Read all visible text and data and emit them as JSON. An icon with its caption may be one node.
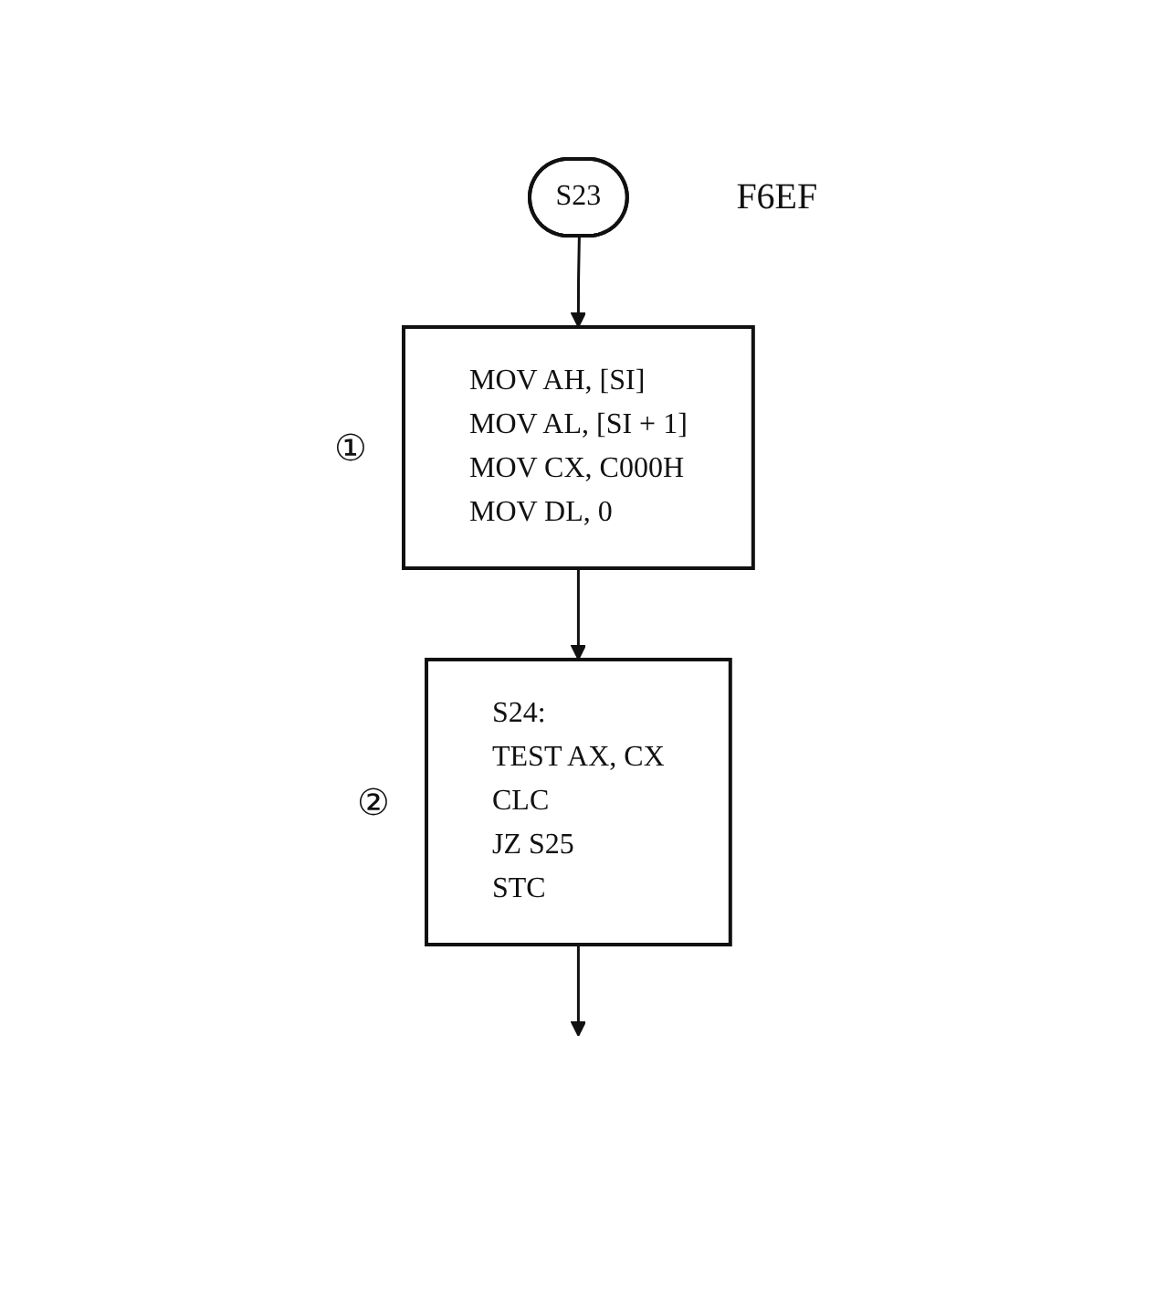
{
  "diagram": {
    "nodes": [
      {
        "text": [
          "S23"
        ],
        "beside": [
          "F6EF"
        ]
      },
      {
        "text": [
          "MOV AH, [SI]",
          "MOV AL, [SI + 1]",
          "MOV CX, C000H",
          "MOV DL, 0"
        ],
        "beside": [
          "①"
        ]
      },
      {
        "text": [
          "S24:",
          "TEST AX, CX",
          "CLC",
          "JZ S25",
          "STC"
        ],
        "beside": [
          "②"
        ]
      }
    ],
    "edges": [
      {
        "from": 0,
        "to": 1,
        "arrow": "to"
      },
      {
        "from": 1,
        "to": 2,
        "arrow": "to"
      },
      {
        "from": 2,
        "to": null,
        "arrow": "to"
      }
    ]
  }
}
